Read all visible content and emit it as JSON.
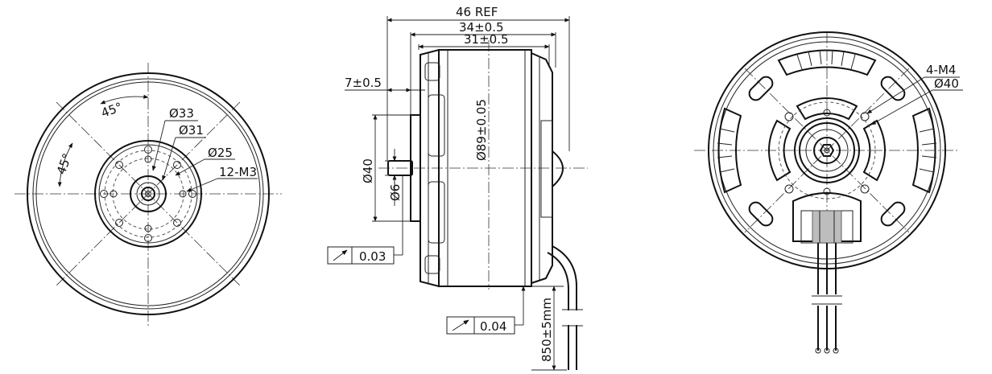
{
  "front_view": {
    "angle_top": "45°",
    "angle_side": "45°",
    "d33": "Ø33",
    "d31": "Ø31",
    "d25": "Ø25",
    "holes": "12-M3"
  },
  "side_view": {
    "overall": "46 REF",
    "body_len": "34±0.5",
    "can_len": "31±0.5",
    "shaft_ext": "7±0.5",
    "outer_dia": "Ø89±0.05",
    "base_dia": "Ø40",
    "shaft_dia": "Ø6",
    "runout_1": "0.03",
    "runout_2": "0.04",
    "lead_len": "850±5mm"
  },
  "rear_view": {
    "holes": "4-M4",
    "pcd": "Ø40"
  }
}
